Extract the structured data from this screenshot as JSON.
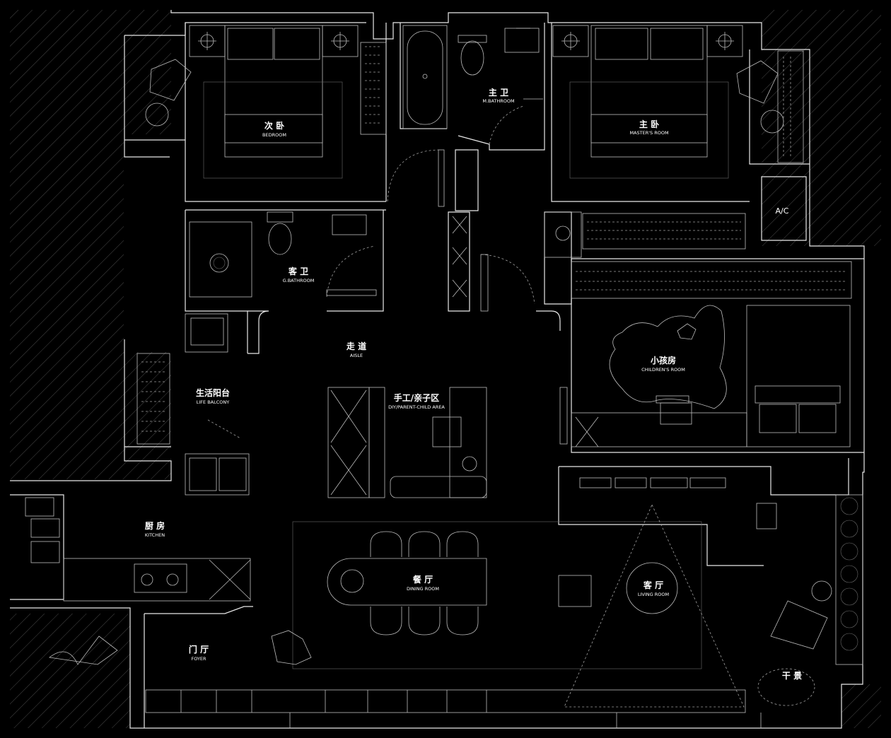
{
  "colors": {
    "background": "#000000",
    "line": "#e8e8e8",
    "hatch": "#6a6a6a",
    "text": "#ffffff"
  },
  "rooms": {
    "bedroom": {
      "zh": "次 卧",
      "en": "BEDROOM"
    },
    "master_bath": {
      "zh": "主 卫",
      "en": "M.BATHROOM"
    },
    "master_room": {
      "zh": "主 卧",
      "en": "MASTER'S ROOM"
    },
    "guest_bath": {
      "zh": "客 卫",
      "en": "G.BATHROOM"
    },
    "aisle": {
      "zh": "走 道",
      "en": "AISLE"
    },
    "childrens": {
      "zh": "小孩房",
      "en": "CHILDREN'S ROOM"
    },
    "life_balcony": {
      "zh": "生活阳台",
      "en": "LIFE BALCONY"
    },
    "diy": {
      "zh": "手工/亲子区",
      "en": "DIY/PARENT-CHILD AREA"
    },
    "kitchen": {
      "zh": "厨 房",
      "en": "KITCHEN"
    },
    "dining": {
      "zh": "餐 厅",
      "en": "DINING ROOM"
    },
    "living": {
      "zh": "客 厅",
      "en": "LIVING ROOM"
    },
    "foyer": {
      "zh": "门 厅",
      "en": "FOYER"
    },
    "dry_scape": {
      "zh": "干 景"
    },
    "ac": {
      "label": "A/C"
    }
  }
}
